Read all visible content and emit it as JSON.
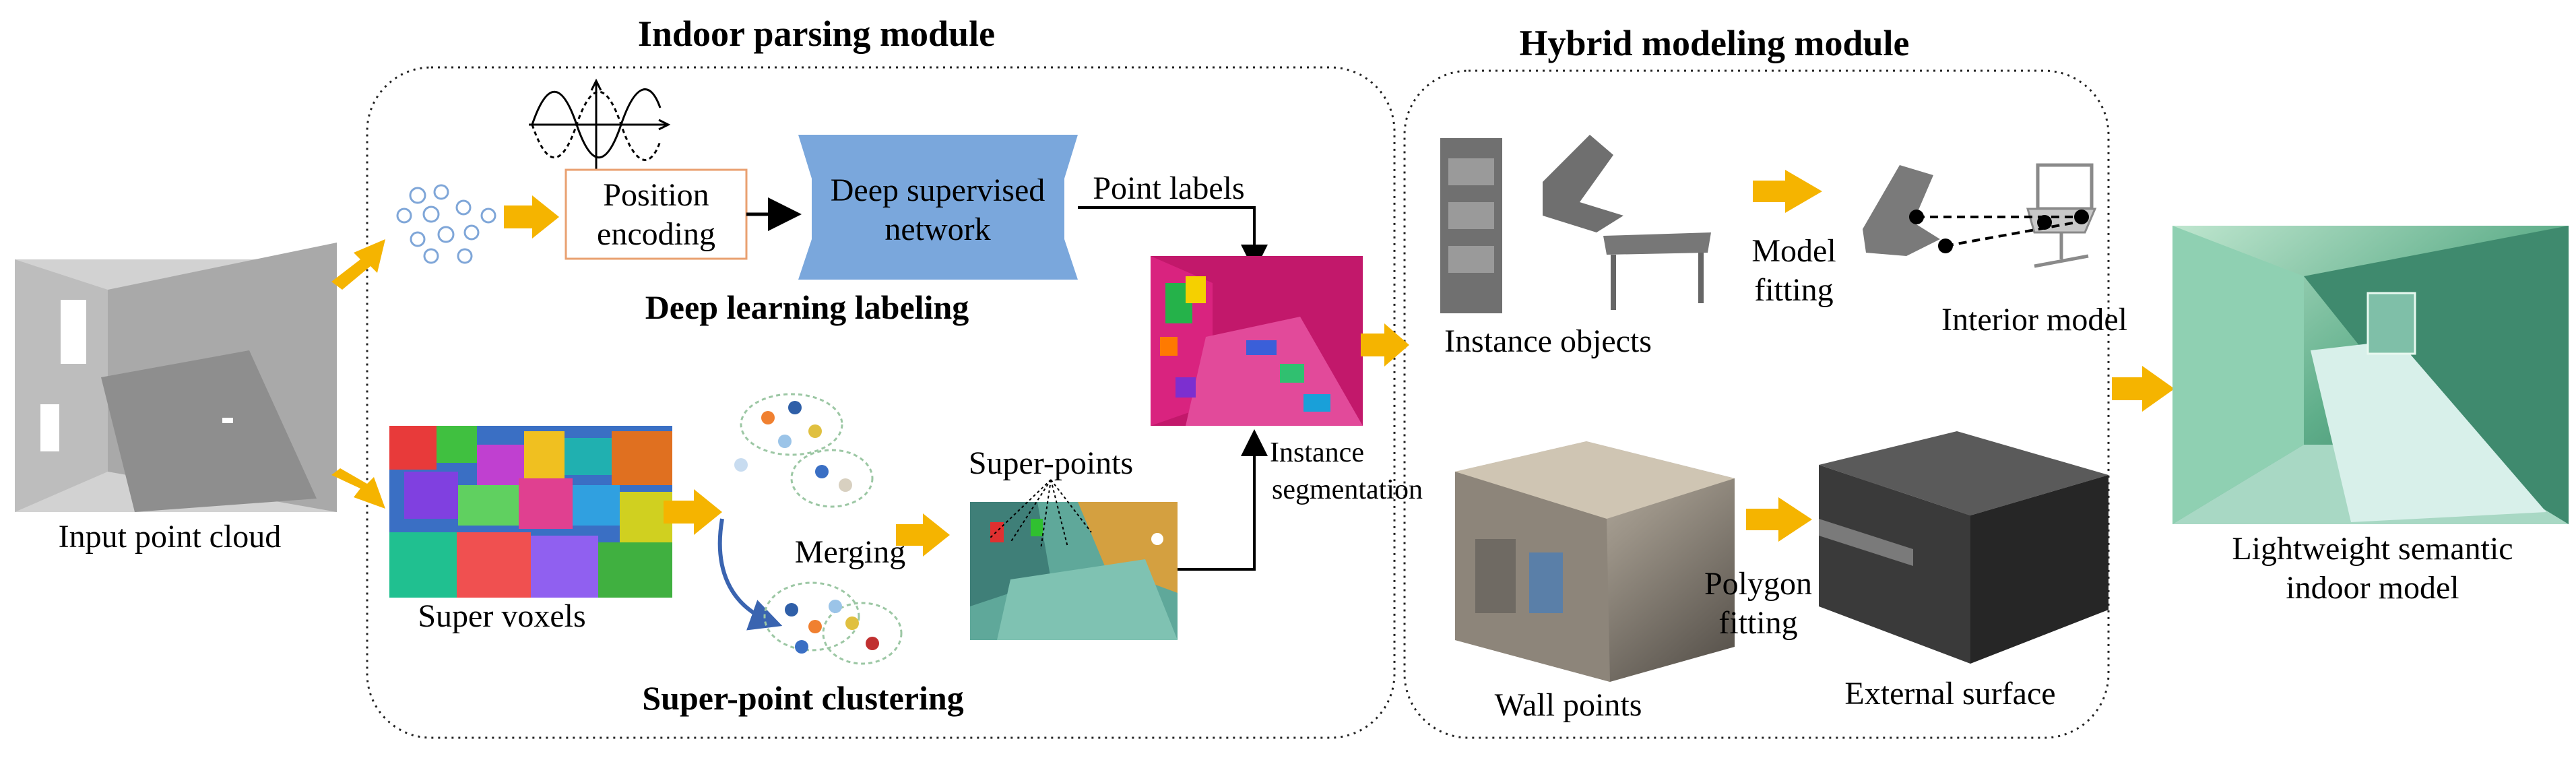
{
  "modules": {
    "indoor_parsing": {
      "title": "Indoor parsing module"
    },
    "hybrid_modeling": {
      "title": "Hybrid modeling module"
    }
  },
  "inputs": {
    "input_point_cloud": "Input point cloud"
  },
  "deep_learning": {
    "position_encoding_line1": "Position",
    "position_encoding_line2": "encoding",
    "network_line1": "Deep supervised",
    "network_line2": "network",
    "point_labels": "Point labels",
    "caption": "Deep learning labeling"
  },
  "clustering": {
    "super_voxels": "Super voxels",
    "merging": "Merging",
    "super_points": "Super-points",
    "caption": "Super-point clustering"
  },
  "segmentation": {
    "line1": "Instance",
    "line2": "segmentation"
  },
  "hybrid": {
    "instance_objects": "Instance objects",
    "model_fitting_line1": "Model",
    "model_fitting_line2": "fitting",
    "interior_model": "Interior model",
    "polygon_fitting_line1": "Polygon",
    "polygon_fitting_line2": "fitting",
    "wall_points": "Wall points",
    "external_surface": "External surface"
  },
  "output": {
    "line1": "Lightweight semantic",
    "line2": "indoor model"
  },
  "colors": {
    "arrow": "#f5b400",
    "network": "#7aa7dc",
    "encoding_border": "#e9a070"
  },
  "icons": [
    "wave-icon",
    "block-arrow-icon",
    "curved-arrow-icon"
  ]
}
